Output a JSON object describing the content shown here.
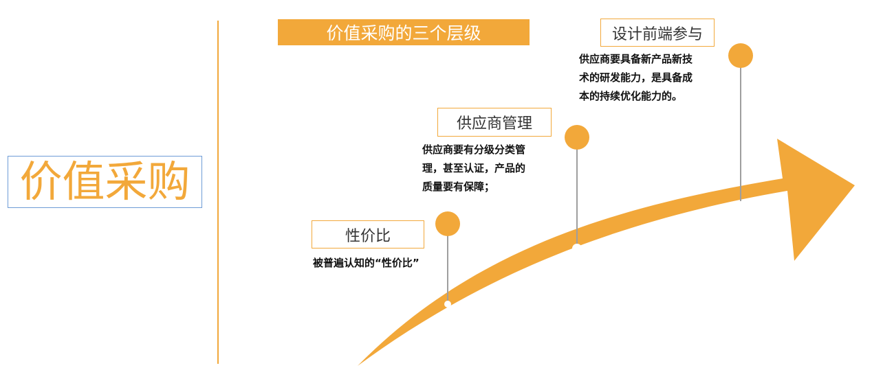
{
  "title": "价值采购",
  "header": "价值采购的三个层级",
  "levels": [
    {
      "label": "性价比",
      "description": [
        "被普遍认知的“性价比”"
      ]
    },
    {
      "label": "供应商管理",
      "description": [
        "供应商要有分级分类管",
        "理，甚至认证，产品的",
        "质量要有保障；"
      ]
    },
    {
      "label": "设计前端参与",
      "description": [
        "供应商要具备新产品新技",
        "术的研发能力，是具备成",
        "本的持续优化能力的。"
      ]
    }
  ],
  "colors": {
    "accent": "#f2a83a",
    "title_border": "#6d9bd6",
    "connector": "#9e9e9e"
  }
}
